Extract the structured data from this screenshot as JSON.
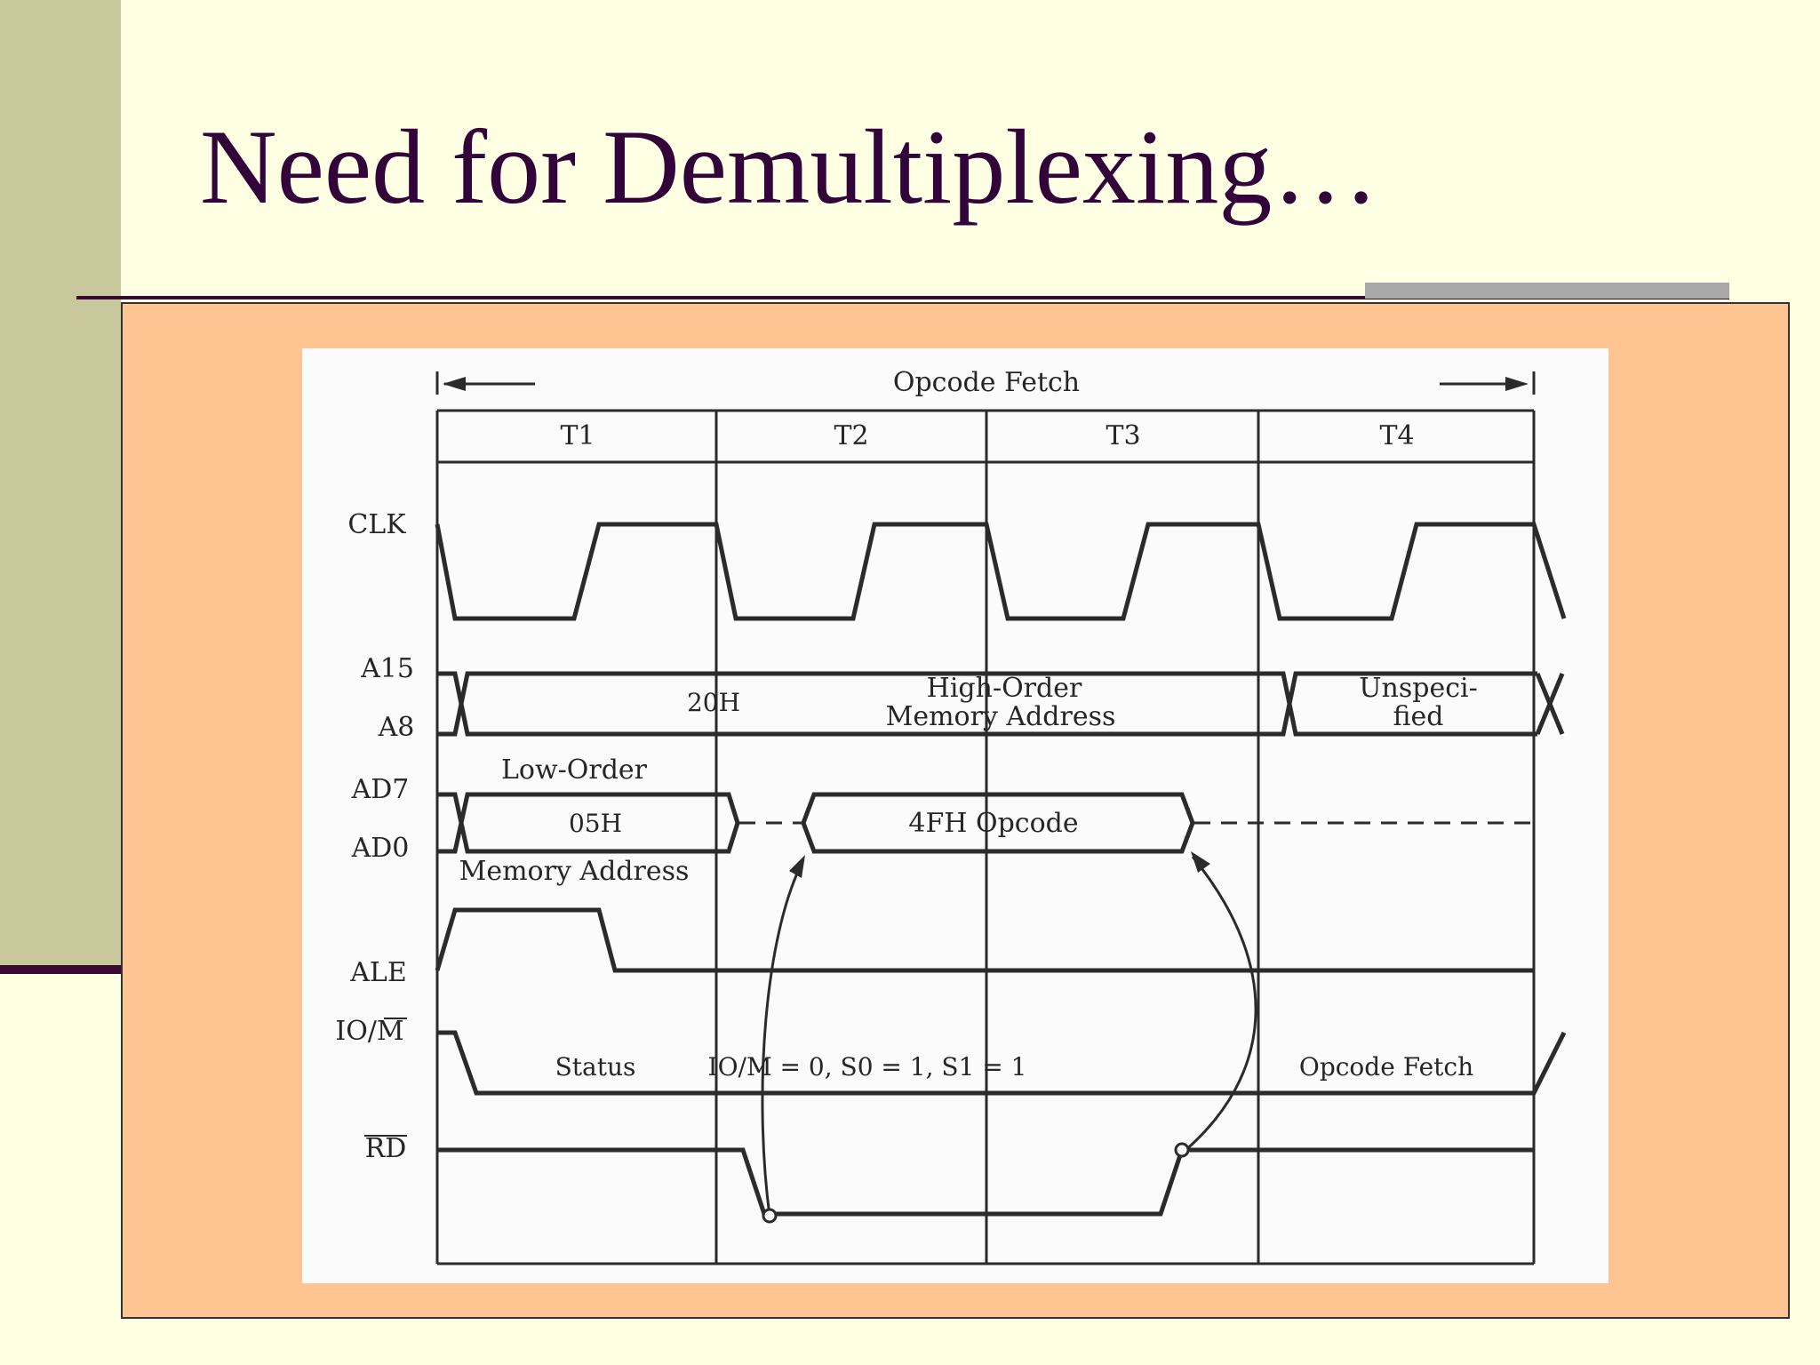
{
  "slide": {
    "title": "Need for Demultiplexing…"
  },
  "diagram": {
    "header": "Opcode Fetch",
    "states": [
      "T1",
      "T2",
      "T3",
      "T4"
    ],
    "signals": {
      "clk": "CLK",
      "a15": "A15",
      "a8": "A8",
      "ad7": "AD7",
      "ad0": "AD0",
      "ale": "ALE",
      "iom": "IO/M",
      "rd": "RD"
    },
    "addr_high_value": "20H",
    "addr_high_label_1": "High-Order",
    "addr_high_label_2": "Memory Address",
    "addr_unspec_1": "Unspeci-",
    "addr_unspec_2": "fied",
    "low_order_label": "Low-Order",
    "low_order_value": "05H",
    "memory_address_label": "Memory Address",
    "opcode_label": "4FH Opcode",
    "status_label": "Status",
    "status_values": "IO/M = 0, S0 = 1, S1 = 1",
    "opcode_fetch_label": "Opcode Fetch"
  }
}
